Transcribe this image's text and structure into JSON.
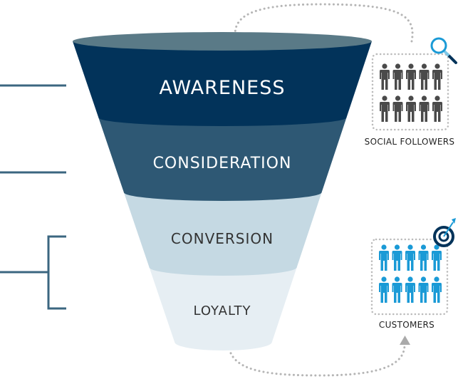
{
  "stages": [
    {
      "label": "AWARENESS",
      "color": "#02335a",
      "text_color": "#ffffff"
    },
    {
      "label": "CONSIDERATION",
      "color": "#2e5874",
      "text_color": "#ffffff"
    },
    {
      "label": "CONVERSION",
      "color": "#c5d9e3",
      "text_color": "#333333"
    },
    {
      "label": "LOYALTY",
      "color": "#e6eef3",
      "text_color": "#333333"
    }
  ],
  "funnel_rim_color": "#5a7a87",
  "bracket_color": "#3b6680",
  "social": {
    "label": "SOCIAL FOLLOWERS",
    "icon": "magnifier-icon",
    "people_color": "#4a4a4a",
    "count": 10
  },
  "customers": {
    "label": "CUSTOMERS",
    "icon": "target-icon",
    "people_color": "#1a9ad6",
    "count": 10
  }
}
